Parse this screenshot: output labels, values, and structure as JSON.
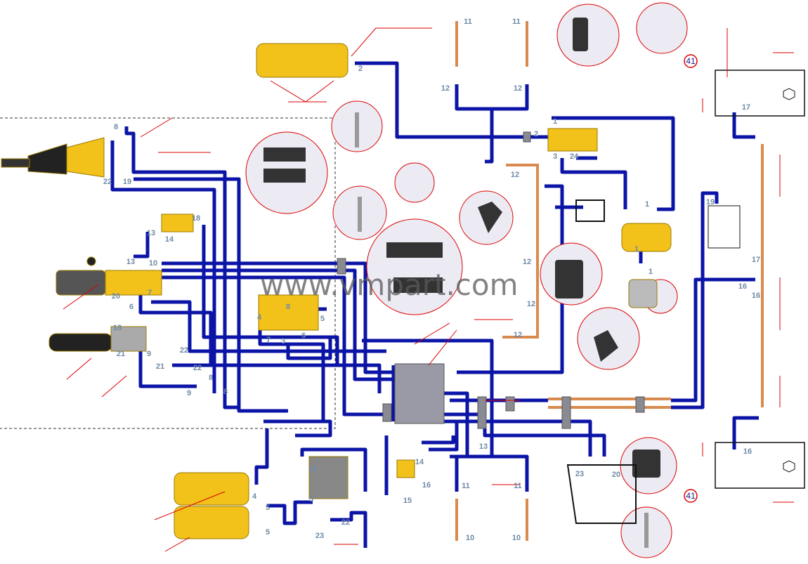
{
  "diagram": {
    "title": "Hydraulic / pneumatic piping layout",
    "watermark": "www.vmpart.com",
    "colors": {
      "pipe": "#0b14a6",
      "copper": "#d98a4e",
      "leader": "#d00000",
      "component": "#f2c21a",
      "clamp_bg": "#e8e8f2"
    },
    "references": [
      "41",
      "41"
    ],
    "labels": [
      "2",
      "11",
      "11",
      "12",
      "12",
      "2",
      "1",
      "3",
      "24",
      "12",
      "8",
      "22",
      "19",
      "13",
      "18",
      "14",
      "13",
      "10",
      "20",
      "6",
      "7",
      "8",
      "4",
      "5",
      "7",
      "3",
      "6",
      "18",
      "21",
      "9",
      "22",
      "22",
      "21",
      "8",
      "9",
      "8",
      "12",
      "12",
      "12",
      "1",
      "1",
      "1",
      "19",
      "17",
      "17",
      "16",
      "16",
      "16",
      "13",
      "11",
      "11",
      "10",
      "10",
      "23",
      "20",
      "15",
      "5",
      "23",
      "22",
      "4",
      "5",
      "5",
      "14",
      "16",
      "15"
    ]
  }
}
